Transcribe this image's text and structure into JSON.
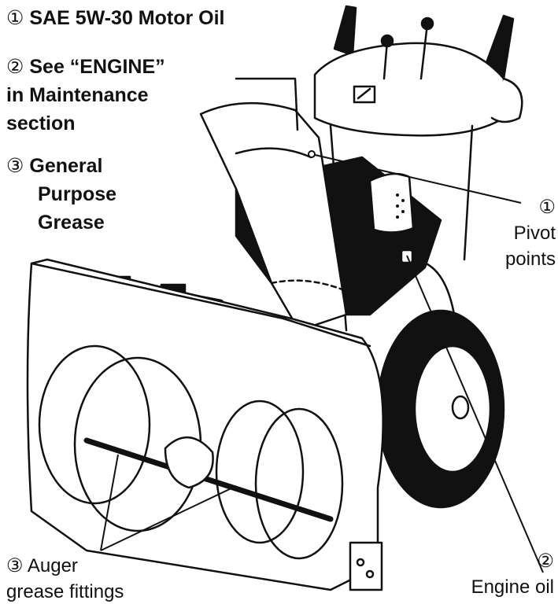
{
  "legend": {
    "item1": {
      "num": "①",
      "text": "SAE 5W-30 Motor Oil"
    },
    "item2": {
      "num": "②",
      "line1": "See “ENGINE”",
      "line2": "in Maintenance",
      "line3": "section"
    },
    "item3": {
      "num": "③",
      "line1": "General",
      "line2": "Purpose",
      "line3": "Grease"
    }
  },
  "callouts": {
    "pivot": {
      "num": "①",
      "line1": "Pivot",
      "line2": "points"
    },
    "auger": {
      "num": "③",
      "line1": "Auger",
      "line2": "grease fittings"
    },
    "engine": {
      "num": "②",
      "line1": "Engine oil"
    }
  },
  "colors": {
    "line": "#111111",
    "fill": "#ffffff",
    "dark": "#111111"
  }
}
